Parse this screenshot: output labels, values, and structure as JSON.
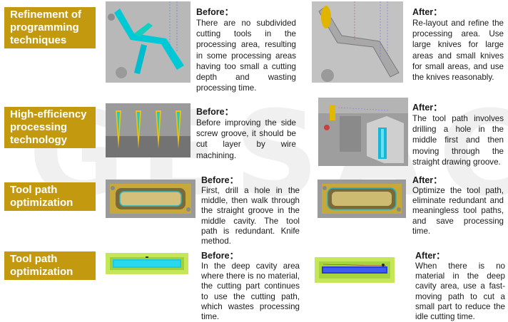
{
  "watermark": "GESAC",
  "rows": [
    {
      "label": "Refinement of programming techniques",
      "before": {
        "head": "Before：",
        "text": "There are no subdivided cutting tools in the processing area, resulting in some processing areas having too small a cutting depth and wasting processing time."
      },
      "after": {
        "head": "After：",
        "text": "Re-layout and refine the processing area. Use large knives for large areas and small knives for small areas, and use the knives reasonably."
      }
    },
    {
      "label": "High-efficiency processing technology",
      "before": {
        "head": "Before：",
        "text": "Before improving the side screw groove, it should be cut layer by wire machining."
      },
      "after": {
        "head": "After：",
        "text": "The tool path involves drilling a hole in the middle first and then moving through the straight drawing groove."
      }
    },
    {
      "label": "Tool path optimization",
      "before": {
        "head": "Before：",
        "text": "First, drill a hole in the middle, then walk through the straight groove in the middle cavity. The tool path is redundant. Knife method."
      },
      "after": {
        "head": "After：",
        "text": "Optimize the tool path, eliminate redundant and meaningless tool paths, and save processing time."
      }
    },
    {
      "label": "Tool path optimization",
      "before": {
        "head": "Before：",
        "text": "In the deep cavity area where there is no material, the cutting part continues to use the cutting path, which wastes processing time."
      },
      "after": {
        "head": "After：",
        "text": "When there is no material in the deep cavity area, use a fast-moving path to cut a small part to reduce the idle cutting time."
      }
    }
  ]
}
